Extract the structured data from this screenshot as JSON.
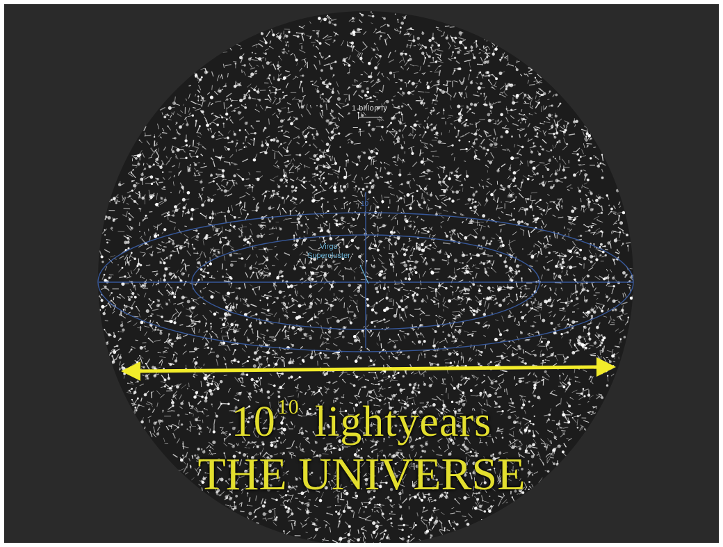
{
  "scale_marker": {
    "label": "1 billon ly"
  },
  "cluster_label": {
    "line1": "Virgo",
    "line2": "Supercluster"
  },
  "axis_tag": "10",
  "caption": {
    "base": "10",
    "exponent": "10",
    "unit": "lightyears",
    "title": "THE UNIVERSE"
  },
  "colors": {
    "background": "#2a2a2a",
    "galaxy_web": "#e6e6e6",
    "grid_lines": "#3b5fa8",
    "arrow": "#f2ec2a",
    "caption": "#e2de2e",
    "cluster_label": "#6fb6d8"
  },
  "icons": {
    "arrow": "double-headed-arrow"
  }
}
